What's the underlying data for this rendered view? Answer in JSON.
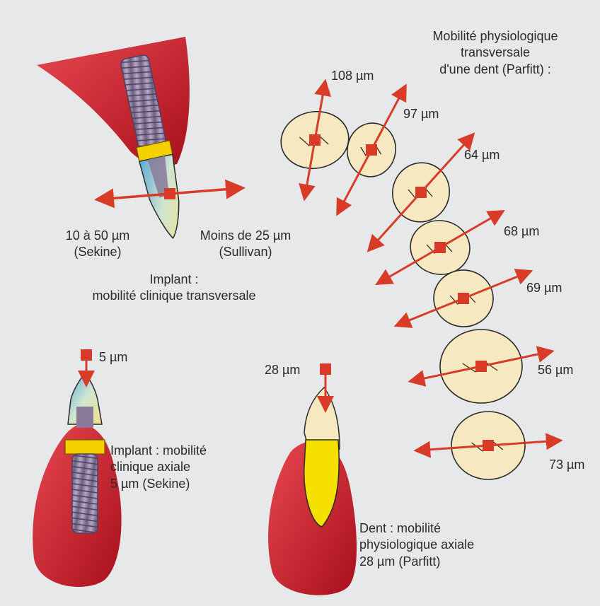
{
  "colors": {
    "background": "#e6e8ea",
    "gum": "#c8202c",
    "gum_light": "#e8474f",
    "implant": "#8a7a9a",
    "collar": "#f5d000",
    "tooth": "#f6e9c2",
    "arrow": "#d83c28"
  },
  "labels": {
    "transverse_title": [
      "Mobilité physiologique",
      "transversale",
      "d'une dent (Parfitt) :"
    ],
    "implant_left": [
      "10 à 50 µm",
      "(Sekine)"
    ],
    "implant_right": [
      "Moins de 25 µm",
      "(Sullivan)"
    ],
    "implant_transverse": [
      "Implant :",
      "mobilité clinique transversale"
    ],
    "implant_axial_value": "5 µm",
    "implant_axial": [
      "Implant : mobilité",
      "clinique axiale",
      "5 µm (Sekine)"
    ],
    "tooth_axial_value": "28 µm",
    "tooth_axial": [
      "Dent : mobilité",
      "physiologique axiale",
      "28 µm (Parfitt)"
    ],
    "teeth_values": [
      "108 µm",
      "97 µm",
      "64 µm",
      "68 µm",
      "69 µm",
      "56 µm",
      "73 µm"
    ]
  },
  "icons": [
    "implant-transverse-icon",
    "implant-axial-icon",
    "tooth-axial-icon",
    "dental-arch-icon"
  ]
}
